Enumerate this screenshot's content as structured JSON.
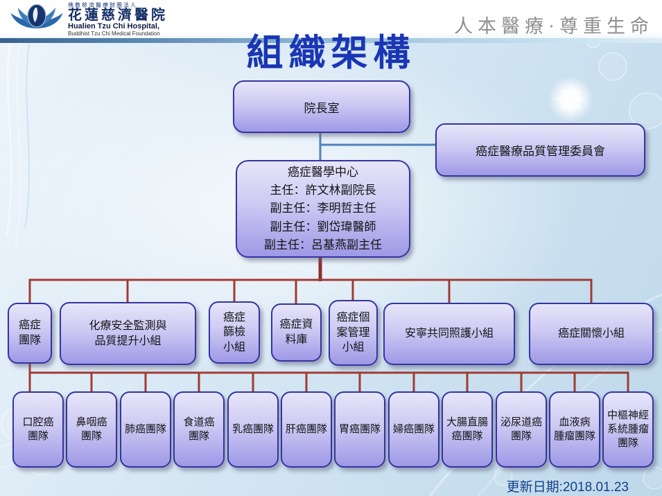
{
  "header": {
    "logo": {
      "foundation_zh": "佛教慈濟醫療財團法人",
      "hospital_zh": "花蓮慈濟醫院",
      "hospital_en": "Hualien Tzu Chi Hospital,",
      "foundation_en": "Buddhist Tzu Chi Medical Foundation"
    },
    "slogan": "人本醫療·尊重生命",
    "title": "組織架構"
  },
  "org_chart": {
    "president_office": "院長室",
    "quality_committee": "癌症醫療品質管理委員會",
    "cancer_center": "癌症醫學中心\n主任：許文林副院長\n副主任：李明哲主任\n副主任：劉岱瑋醫師\n副主任：呂基燕副主任",
    "level2": [
      {
        "label": "癌症\n團隊"
      },
      {
        "label": "化療安全監測與\n品質提升小組"
      },
      {
        "label": "癌症\n篩檢\n小組"
      },
      {
        "label": "癌症資\n料庫"
      },
      {
        "label": "癌症個\n案管理\n小組"
      },
      {
        "label": "安寧共同照護小組"
      },
      {
        "label": "癌症關懷小組"
      }
    ],
    "teams": [
      {
        "label": "口腔癌\n團隊"
      },
      {
        "label": "鼻咽癌\n團隊"
      },
      {
        "label": "肺癌團隊"
      },
      {
        "label": "食道癌\n團隊"
      },
      {
        "label": "乳癌團隊"
      },
      {
        "label": "肝癌團隊"
      },
      {
        "label": "胃癌團隊"
      },
      {
        "label": "婦癌團隊"
      },
      {
        "label": "大腸直腸\n癌團隊"
      },
      {
        "label": "泌尿道癌\n團隊"
      },
      {
        "label": "血液病\n腫瘤團隊"
      },
      {
        "label": "中樞神經\n系統腫瘤\n團隊"
      }
    ]
  },
  "footer": {
    "updated": "更新日期:2018.01.23"
  },
  "colors": {
    "connector_blue": "#4f81bd",
    "connector_red": "#a23a30",
    "title_blue": "#1a36b4"
  }
}
